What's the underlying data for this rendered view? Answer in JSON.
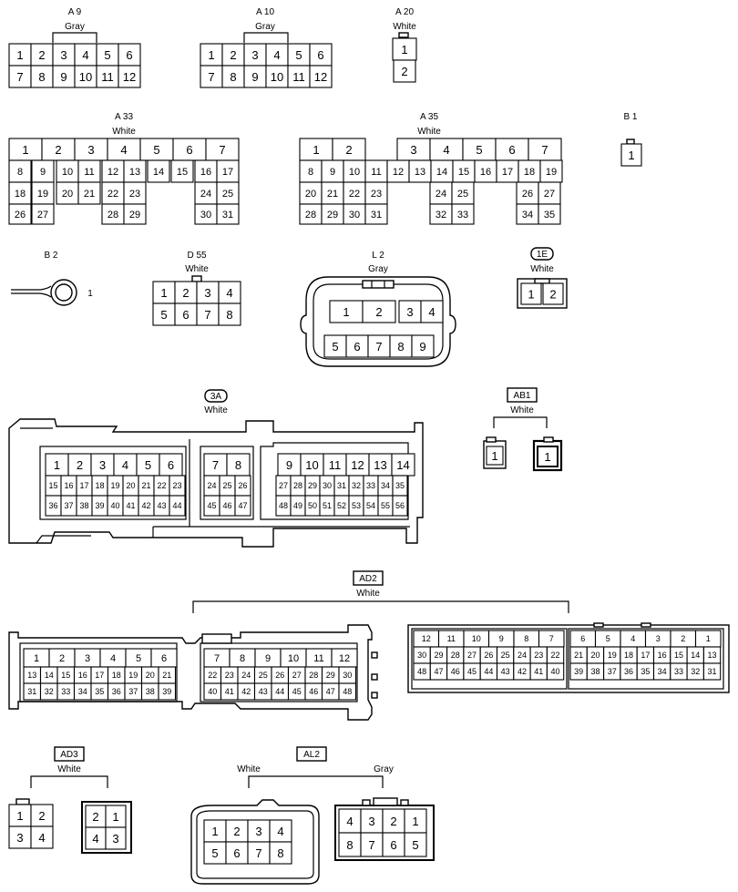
{
  "connectors": [
    {
      "id": "A 9",
      "color": "Gray"
    },
    {
      "id": "A 10",
      "color": "Gray"
    },
    {
      "id": "A 20",
      "color": "White"
    },
    {
      "id": "A 33",
      "color": "White"
    },
    {
      "id": "A 35",
      "color": "White"
    },
    {
      "id": "B 1",
      "color": ""
    },
    {
      "id": "B 2",
      "color": ""
    },
    {
      "id": "D 55",
      "color": "White"
    },
    {
      "id": "L 2",
      "color": "Gray"
    },
    {
      "id": "1E",
      "color": "White"
    },
    {
      "id": "3A",
      "color": "White"
    },
    {
      "id": "AB1",
      "color": "White"
    },
    {
      "id": "AD2",
      "color": "White"
    },
    {
      "id": "AD3",
      "color": "White"
    },
    {
      "id": "AL2",
      "color": "",
      "colors": [
        "White",
        "Gray"
      ]
    }
  ],
  "pins": {
    "a9": [
      1,
      2,
      3,
      4,
      5,
      6,
      7,
      8,
      9,
      10,
      11,
      12
    ],
    "a10": [
      1,
      2,
      3,
      4,
      5,
      6,
      7,
      8,
      9,
      10,
      11,
      12
    ],
    "a20": [
      1,
      2
    ],
    "a33": [
      1,
      2,
      3,
      4,
      5,
      6,
      7,
      8,
      9,
      10,
      11,
      12,
      13,
      14,
      15,
      16,
      17,
      18,
      19,
      20,
      21,
      22,
      23,
      24,
      25,
      26,
      27,
      28,
      29,
      30,
      31
    ],
    "a35": [
      1,
      2,
      3,
      4,
      5,
      6,
      7,
      8,
      9,
      10,
      11,
      12,
      13,
      14,
      15,
      16,
      17,
      18,
      19,
      20,
      21,
      22,
      23,
      24,
      25,
      26,
      27,
      28,
      29,
      30,
      31,
      32,
      33,
      34,
      35
    ],
    "b1": [
      1
    ],
    "b2": [
      1
    ],
    "d55": [
      1,
      2,
      3,
      4,
      5,
      6,
      7,
      8
    ],
    "l2": [
      1,
      2,
      3,
      4,
      5,
      6,
      7,
      8,
      9
    ],
    "e1": [
      1,
      2
    ],
    "a3": [
      1,
      2,
      3,
      4,
      5,
      6,
      7,
      8,
      9,
      10,
      11,
      12,
      13,
      14,
      15,
      16,
      17,
      18,
      19,
      20,
      21,
      22,
      23,
      24,
      25,
      26,
      27,
      28,
      29,
      30,
      31,
      32,
      33,
      34,
      35,
      36,
      37,
      38,
      39,
      40,
      41,
      42,
      43,
      44,
      45,
      46,
      47,
      48,
      49,
      50,
      51,
      52,
      53,
      54,
      55,
      56
    ],
    "ab1": [
      1,
      1
    ],
    "ad2": [
      1,
      2,
      3,
      4,
      5,
      6,
      7,
      8,
      9,
      10,
      11,
      12,
      13,
      14,
      15,
      16,
      17,
      18,
      19,
      20,
      21,
      22,
      23,
      24,
      25,
      26,
      27,
      28,
      29,
      30,
      31,
      32,
      33,
      34,
      35,
      36,
      37,
      38,
      39,
      40,
      41,
      42,
      43,
      44,
      45,
      46,
      47,
      48
    ],
    "ad3": [
      1,
      2,
      3,
      4
    ],
    "al2": [
      1,
      2,
      3,
      4,
      5,
      6,
      7,
      8
    ]
  }
}
